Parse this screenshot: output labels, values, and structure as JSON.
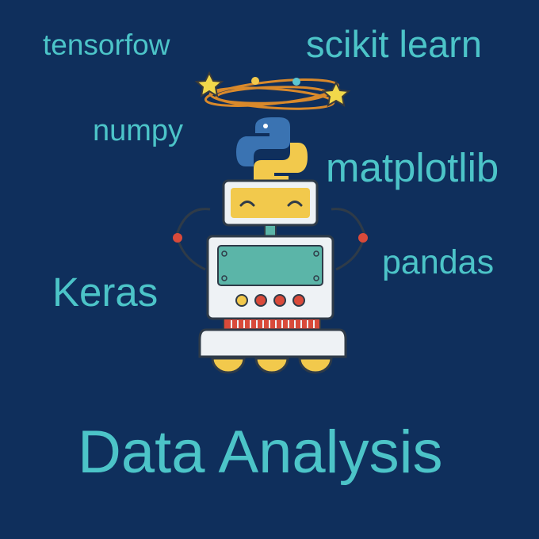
{
  "libraries": {
    "tensorflow": "tensorfow",
    "scikit_learn": "scikit learn",
    "numpy": "numpy",
    "matplotlib": "matplotlib",
    "pandas": "pandas",
    "keras": "Keras"
  },
  "heading": "Data Analysis",
  "colors": {
    "background": "#0f2f5c",
    "text": "#4cc4c8",
    "robot_head": "#f2c94c",
    "robot_body": "#e8eef3",
    "robot_screen": "#5bb5a8",
    "buttons": "#d94a3a"
  },
  "icons": [
    "python-logo-icon",
    "star-icon",
    "robot-illustration"
  ]
}
